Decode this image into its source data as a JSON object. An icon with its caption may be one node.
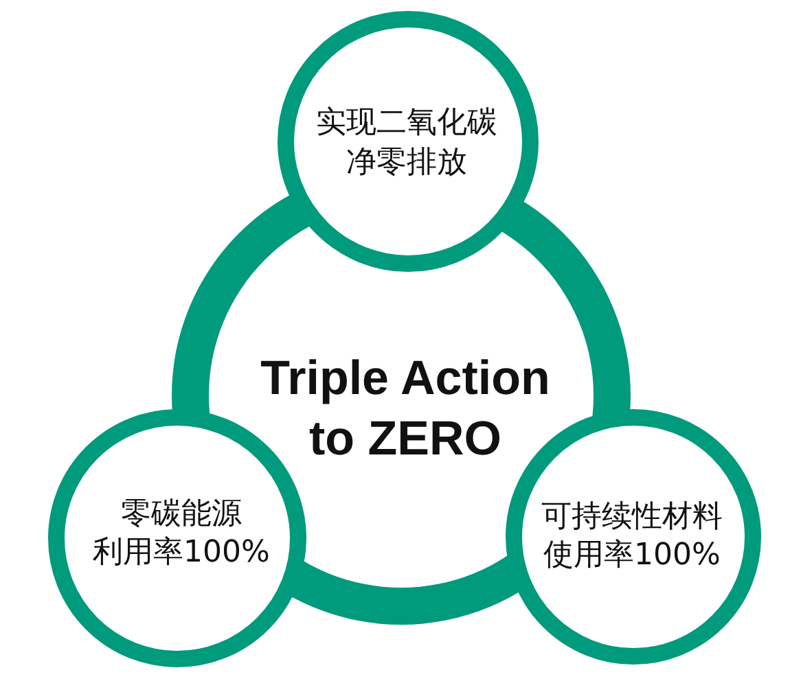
{
  "diagram": {
    "nodes": [
      {
        "text": [
          "实现二氧化碳净零排放"
        ]
      },
      {
        "text": [
          "Triple Action to ZERO"
        ]
      },
      {
        "text": [
          "零碳能源利用率100%"
        ]
      },
      {
        "text": [
          "可持续性材料使用率100%"
        ]
      }
    ]
  }
}
